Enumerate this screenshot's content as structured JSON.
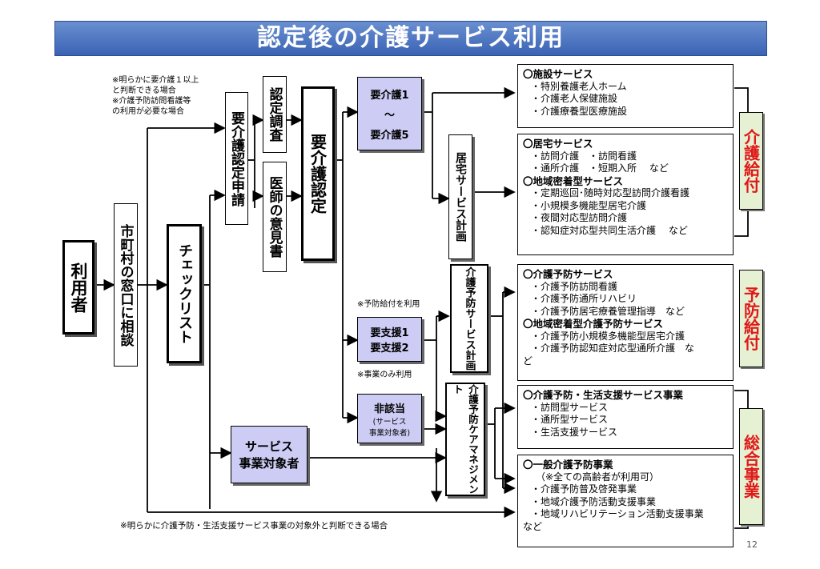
{
  "title": "認定後の介護サービス利用",
  "notes": {
    "top": [
      "※明らかに要介護１以上",
      "と判断できる場合",
      "※介護予防訪問看護等",
      "の利用が必要な場合"
    ],
    "yobo_kyufu": "※予防給付を利用",
    "jigyo_only": "※事業のみ利用",
    "bottom": "※明らかに介護予防・生活支援サービス事業の対象外と判断できる場合"
  },
  "boxes": {
    "riyousha": "利用者",
    "madoguchi": "市町村の窓口に相談",
    "checklist": "チェックリスト",
    "shinsei": "要介護認定申請",
    "chousa": "認定調査",
    "ikensho": "医師の意見書",
    "nintei": "要介護認定",
    "youkaigo_top": "要介護1",
    "youkaigo_mid": "～",
    "youkaigo_bottom": "要介護5",
    "yoshien_1": "要支援1",
    "yoshien_2": "要支援2",
    "higaitou": "非該当",
    "higaitou_sub1": "(サービス",
    "higaitou_sub2": "事業対象者)",
    "jigyo_taisho_1": "サービス",
    "jigyo_taisho_2": "事業対象者",
    "kyotaku_plan": "居宅サービス計画",
    "yobo_plan": "介護予防サービス計画",
    "care_mgmt": "介護予防ケアマネジメント"
  },
  "services": {
    "shisetsu": {
      "header": "〇施設サービス",
      "items": [
        "・特別養護老人ホーム",
        "・介護老人保健施設",
        "・介護療養型医療施設"
      ]
    },
    "kyotaku": {
      "header": "〇居宅サービス",
      "items": [
        "・訪問介護　・訪問看護",
        "・通所介護　・短期入所　 など"
      ],
      "header2": "〇地域密着型サービス",
      "items2": [
        "・定期巡回･随時対応型訪問介護看護",
        "・小規模多機能型居宅介護",
        "・夜間対応型訪問介護",
        "・認知症対応型共同生活介護　 など"
      ]
    },
    "yobo": {
      "header": "〇介護予防サービス",
      "items": [
        "・介護予防訪問看護",
        "・介護予防通所リハビリ",
        "・介護予防居宅療養管理指導　など"
      ],
      "header2": "〇地域密着型介護予防サービス",
      "items2": [
        "・介護予防小規模多機能型居宅介護",
        "・介護予防認知症対応型通所介護　な"
      ],
      "tail": "ど"
    },
    "seikatsu": {
      "header": "〇介護予防・生活支援サービス事業",
      "items": [
        "・訪問型サービス",
        "・通所型サービス",
        "・生活支援サービス"
      ]
    },
    "ippan": {
      "header": "〇一般介護予防事業",
      "sub": "（※全ての高齢者が利用可）",
      "items": [
        "・介護予防普及啓発事業",
        "・地域介護予防活動支援事業",
        "・地域リハビリテーション活動支援事業"
      ],
      "tail": "など"
    }
  },
  "tags": {
    "kaigo": "介護給付",
    "yobo": "予防給付",
    "sogo": "総合事業"
  },
  "page_number": "12"
}
